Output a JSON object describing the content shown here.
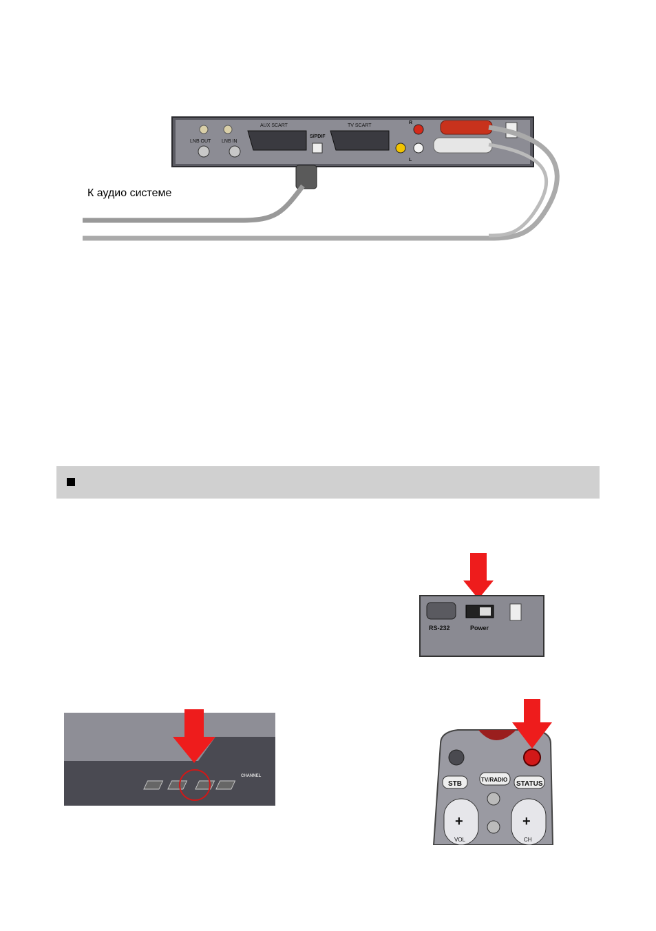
{
  "connection_figure": {
    "caption": "К аудио системе",
    "labels": {
      "lnb_out": "LNB OUT",
      "lnb_in": "LNB IN",
      "aux_scart": "AUX SCART",
      "spdif": "S/PDIF",
      "tv_scart": "TV SCART",
      "r": "R",
      "l": "L"
    }
  },
  "section_header": {
    "text": ""
  },
  "power_figure": {
    "labels": {
      "rs232": "RS-232",
      "power": "Power"
    }
  },
  "front_panel_figure": {
    "labels": {
      "channel": "CHANNEL"
    }
  },
  "remote_figure": {
    "labels": {
      "stb": "STB",
      "tv_radio": "TV/RADIO",
      "status": "STATUS",
      "vol": "VOL",
      "ch": "CH",
      "plus": "+"
    }
  },
  "colors": {
    "arrow": "#ee1c1c",
    "section_bar": "#d0d0d0",
    "device_dark": "#4a4a52",
    "rca_red": "#d42a1a",
    "rca_yellow": "#f2c400"
  }
}
